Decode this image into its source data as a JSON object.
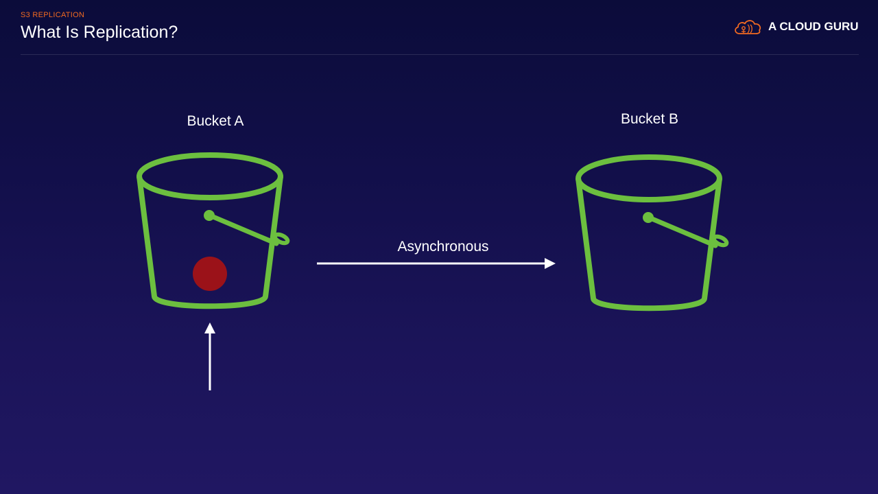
{
  "header": {
    "section": "S3 REPLICATION",
    "title": "What Is Replication?"
  },
  "brand": {
    "name": "A CLOUD GURU",
    "icon": "cloud-guru-logo-icon",
    "color": "#f26a21"
  },
  "diagram": {
    "source_bucket": {
      "label": "Bucket A",
      "icon": "bucket-icon",
      "contains_object": true
    },
    "target_bucket": {
      "label": "Bucket B",
      "icon": "bucket-icon",
      "contains_object": false
    },
    "replication_arrow": {
      "label": "Asynchronous",
      "icon": "arrow-right-icon"
    },
    "upload_arrow": {
      "icon": "arrow-up-icon"
    }
  },
  "colors": {
    "background_top": "#0b0c3a",
    "background_bottom": "#201762",
    "bucket": "#6cbf3f",
    "object": "#9b1219",
    "accent": "#f26a21",
    "text": "#ffffff"
  }
}
